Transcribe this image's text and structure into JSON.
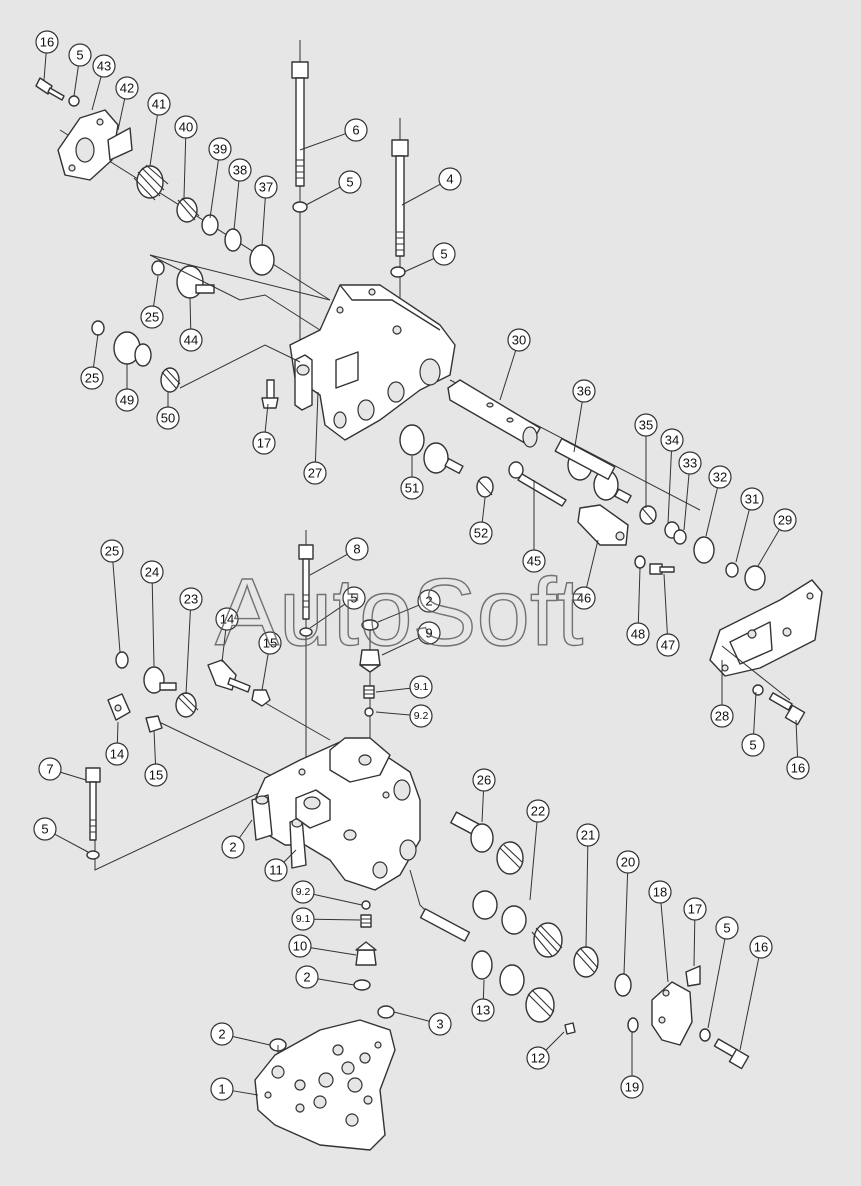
{
  "watermark": {
    "text": "AutoSoft"
  },
  "callouts": [
    "16",
    "5",
    "43",
    "42",
    "41",
    "40",
    "39",
    "38",
    "37",
    "6",
    "5",
    "4",
    "5",
    "25",
    "44",
    "25",
    "49",
    "50",
    "17",
    "27",
    "30",
    "36",
    "35",
    "34",
    "33",
    "32",
    "31",
    "29",
    "51",
    "52",
    "45",
    "46",
    "48",
    "47",
    "28",
    "5",
    "16",
    "25",
    "24",
    "23",
    "8",
    "5",
    "2",
    "9",
    "9.1",
    "9.2",
    "14",
    "15",
    "14",
    "15",
    "7",
    "5",
    "2",
    "11",
    "26",
    "22",
    "21",
    "20",
    "18",
    "17",
    "5",
    "16",
    "9.2",
    "9.1",
    "10",
    "2",
    "13",
    "2",
    "3",
    "12",
    "19",
    "1"
  ]
}
